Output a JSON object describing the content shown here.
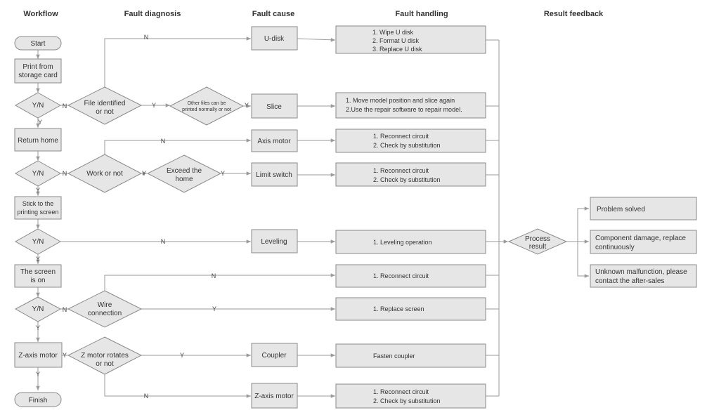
{
  "headers": {
    "workflow": "Workflow",
    "diagnosis": "Fault diagnosis",
    "cause": "Fault cause",
    "handling": "Fault handling",
    "result": "Result  feedback"
  },
  "workflow": {
    "start": "Start",
    "print_l1": "Print  from",
    "print_l2": "storage card",
    "yn": "Y/N",
    "return_home": "Return home",
    "stick_l1": "Stick to the",
    "stick_l2": "printing screen",
    "screen_l1": "The screen",
    "screen_l2": "is on",
    "zaxis": "Z-axis motor",
    "finish": "Finish"
  },
  "diagnosis": {
    "file_l1": "File identified",
    "file_l2": "or not",
    "other_l1": "Other files can be",
    "other_l2": "printed normally or not",
    "work": "Work or not",
    "exceed_l1": "Exceed  the",
    "exceed_l2": "home",
    "wire_l1": "Wire",
    "wire_l2": "connection",
    "zmotor_l1": "Z motor rotates",
    "zmotor_l2": "or not"
  },
  "causes": {
    "udisk": "U-disk",
    "slice": "Slice",
    "axis": "Axis motor",
    "limit": "Limit switch",
    "leveling": "Leveling",
    "coupler": "Coupler",
    "zaxis": "Z-axis motor"
  },
  "handling": {
    "udisk_1": "1. Wipe U disk",
    "udisk_2": "2. Format U disk",
    "udisk_3": "3. Replace U disk",
    "slice_1": "1. Move model position and slice again",
    "slice_2": "2.Use the repair software to repair model.",
    "reconnect": "1. Reconnect circuit",
    "substitution": "2. Check by substitution",
    "leveling": "1. Leveling operation",
    "replace_screen": "1. Replace screen",
    "fasten": "Fasten coupler"
  },
  "process": {
    "l1": "Process",
    "l2": "result"
  },
  "results": {
    "solved": "Problem solved",
    "damage_l1": "Component damage, replace",
    "damage_l2": "continuously",
    "unknown_l1": "Unknown malfunction, please",
    "unknown_l2": "contact the after-sales"
  },
  "edge_labels": {
    "yes": "Y",
    "no": "N"
  }
}
